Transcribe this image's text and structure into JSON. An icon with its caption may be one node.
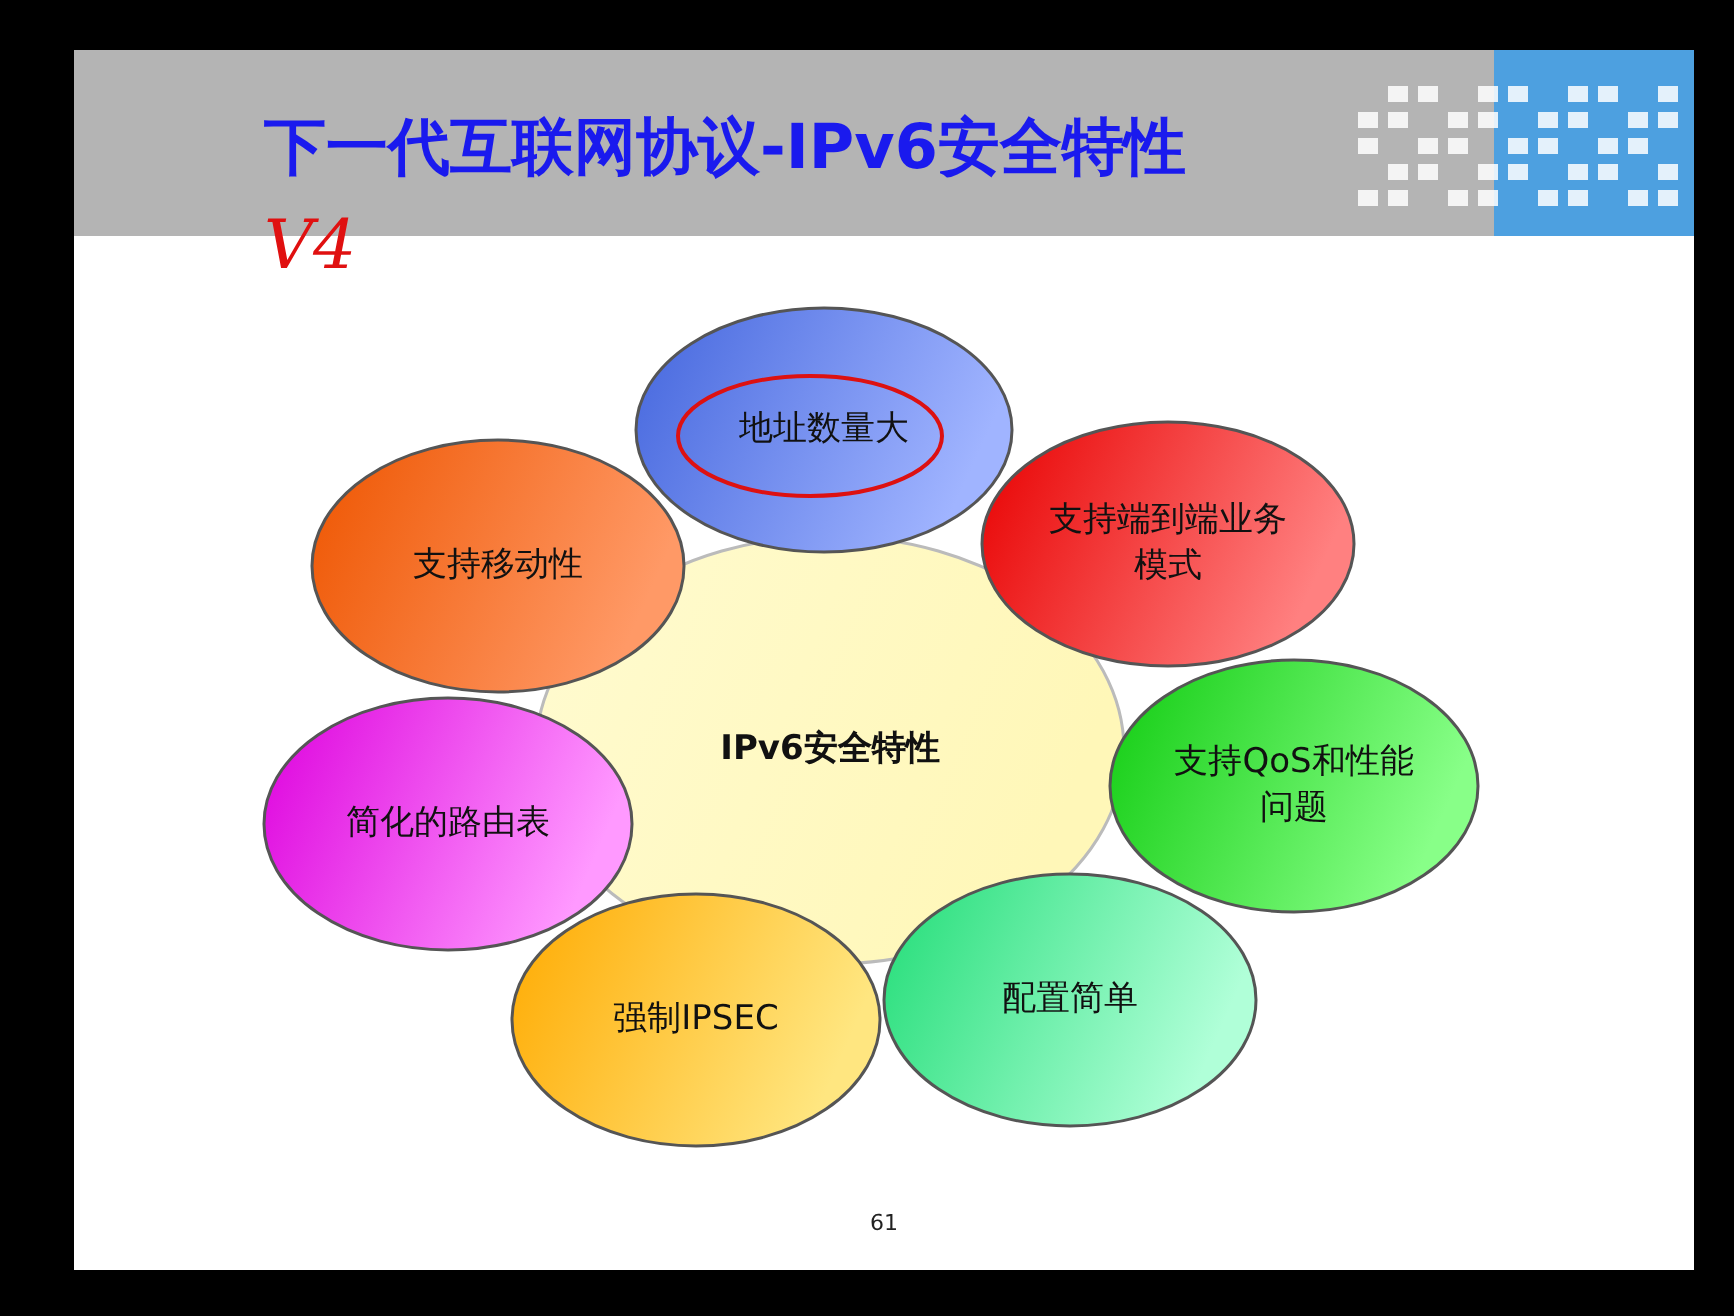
{
  "diagram": {
    "title": "下一代互联网协议-IPv6安全特性",
    "nodes": [
      {
        "text": [
          "IPv6安全特性"
        ]
      },
      {
        "text": [
          "地址数量大"
        ]
      },
      {
        "text": [
          "支持端到端业务模式"
        ]
      },
      {
        "text": [
          "支持QoS和性能问题"
        ]
      },
      {
        "text": [
          "配置简单"
        ]
      },
      {
        "text": [
          "强制IPSEC"
        ]
      },
      {
        "text": [
          "简化的路由表"
        ]
      },
      {
        "text": [
          "支持移动性"
        ]
      }
    ],
    "labels": [
      "V4",
      "61"
    ]
  }
}
